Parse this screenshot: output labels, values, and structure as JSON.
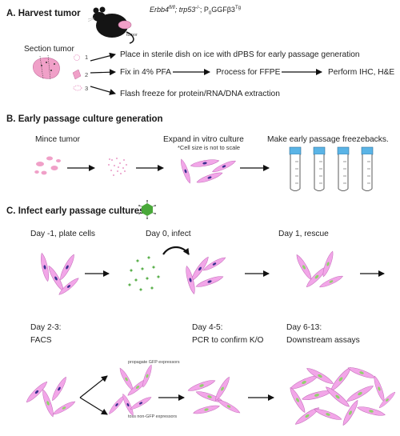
{
  "sectionA": {
    "title": "A.  Harvest tumor",
    "genotype_prefix_1": "Erbb4",
    "genotype_sup_1": "fl/fl",
    "genotype_mid": "; trp53",
    "genotype_sup_2": "-/-",
    "genotype_suffix": "; P",
    "genotype_sub": "0",
    "genotype_tail": "GGFβ3",
    "genotype_sup_3": "Tg",
    "tumor_label": "tumor",
    "section_label": "Section tumor",
    "steps": [
      "1",
      "2",
      "3"
    ],
    "step1": "Place in sterile dish on ice with dPBS for early passage generation",
    "step2a": "Fix in 4% PFA",
    "step2b": "Process for FFPE",
    "step2c": "Perform IHC, H&E",
    "step3": "Flash freeze for protein/RNA/DNA extraction"
  },
  "sectionB": {
    "title": "B.  Early passage culture generation",
    "mince": "Mince tumor",
    "expand": "Expand in vitro culture",
    "note": "*Cell size is not to scale",
    "freeze": "Make early passage freezebacks."
  },
  "sectionC": {
    "title": "C.  Infect early passage cultures",
    "day_m1": "Day -1, plate cells",
    "day_0": "Day 0, infect",
    "day_1": "Day 1, rescue",
    "day_23": "Day 2-3:",
    "facs": "FACS",
    "day_45": "Day 4-5:",
    "pcr": "PCR to confirm K/O",
    "day_613": "Day 6-13:",
    "downstream": "Downstream assays",
    "propagate": "propagate GFP expressors",
    "toss": "toss non-GFP expressors"
  },
  "colors": {
    "cell": "#f2a6e8",
    "cell_edge": "#c36bb9",
    "nucleus": "#3b2f8f",
    "gfp": "#8fd36b",
    "virus": "#4aa83a",
    "tube_cap": "#5ab4e6",
    "tumor": "#f0a0c8"
  }
}
